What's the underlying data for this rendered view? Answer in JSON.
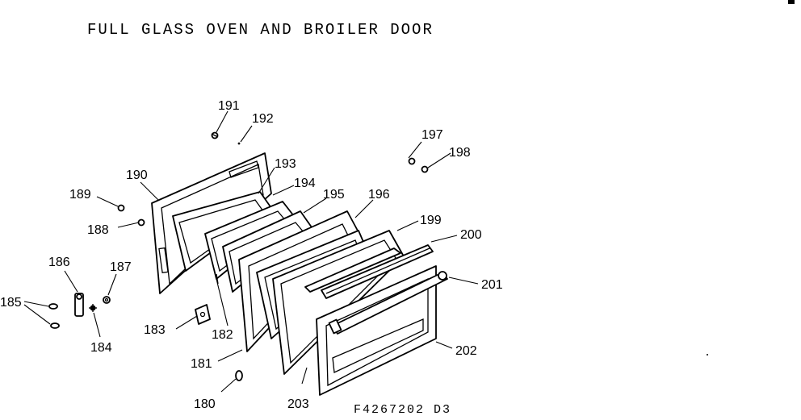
{
  "title": "FULL GLASS OVEN AND BROILER DOOR",
  "drawing_code": "F4267202 D3",
  "parts": {
    "p180": "180",
    "p181": "181",
    "p182": "182",
    "p183": "183",
    "p184": "184",
    "p185": "185",
    "p186": "186",
    "p187": "187",
    "p188": "188",
    "p189": "189",
    "p190": "190",
    "p191": "191",
    "p192": "192",
    "p193": "193",
    "p194": "194",
    "p195": "195",
    "p196": "196",
    "p197": "197",
    "p198": "198",
    "p199": "199",
    "p200": "200",
    "p201": "201",
    "p202": "202",
    "p203": "203"
  }
}
